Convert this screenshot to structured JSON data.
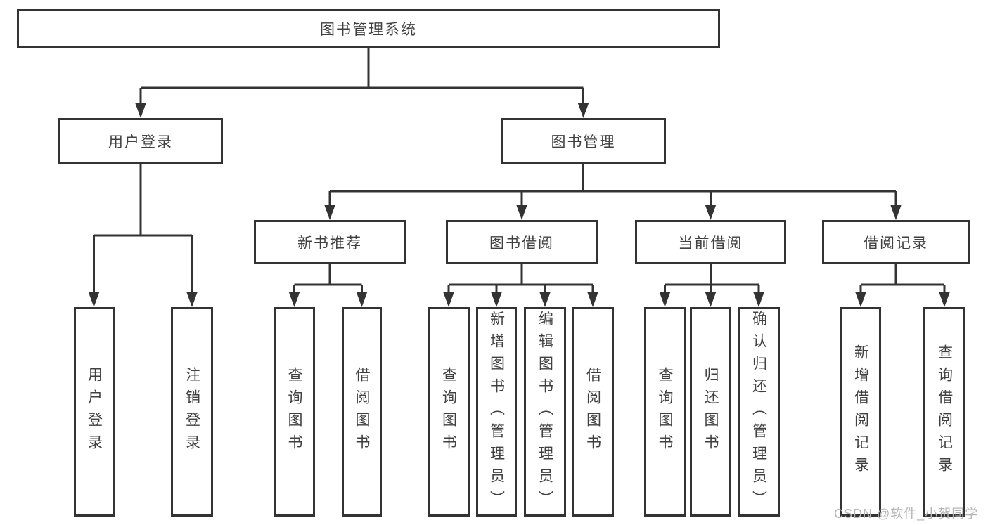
{
  "diagram": {
    "root": {
      "label": "图书管理系统"
    },
    "level2": [
      {
        "label": "用户登录",
        "parent": "图书管理系统"
      },
      {
        "label": "图书管理",
        "parent": "图书管理系统"
      }
    ],
    "level3": [
      {
        "label": "新书推荐",
        "parent": "图书管理"
      },
      {
        "label": "图书借阅",
        "parent": "图书管理"
      },
      {
        "label": "当前借阅",
        "parent": "图书管理"
      },
      {
        "label": "借阅记录",
        "parent": "图书管理"
      }
    ],
    "leaves": [
      {
        "label": "用户登录",
        "parent": "用户登录"
      },
      {
        "label": "注销登录",
        "parent": "用户登录"
      },
      {
        "label": "查询图书",
        "parent": "新书推荐"
      },
      {
        "label": "借阅图书",
        "parent": "新书推荐"
      },
      {
        "label": "查询图书",
        "parent": "图书借阅"
      },
      {
        "label": "新增图书（管理员）",
        "parent": "图书借阅"
      },
      {
        "label": "编辑图书（管理员）",
        "parent": "图书借阅"
      },
      {
        "label": "借阅图书",
        "parent": "图书借阅"
      },
      {
        "label": "查询图书",
        "parent": "当前借阅"
      },
      {
        "label": "归还图书",
        "parent": "当前借阅"
      },
      {
        "label": "确认归还（管理员）",
        "parent": "当前借阅"
      },
      {
        "label": "新增借阅记录",
        "parent": "借阅记录"
      },
      {
        "label": "查询借阅记录",
        "parent": "借阅记录"
      }
    ]
  },
  "watermark": {
    "text": "CSDN @软件_小贺同学"
  },
  "colors": {
    "line": "#333333",
    "box_border": "#333333",
    "text": "#404040",
    "watermark": "#b5b5b5",
    "background": "#ffffff"
  }
}
